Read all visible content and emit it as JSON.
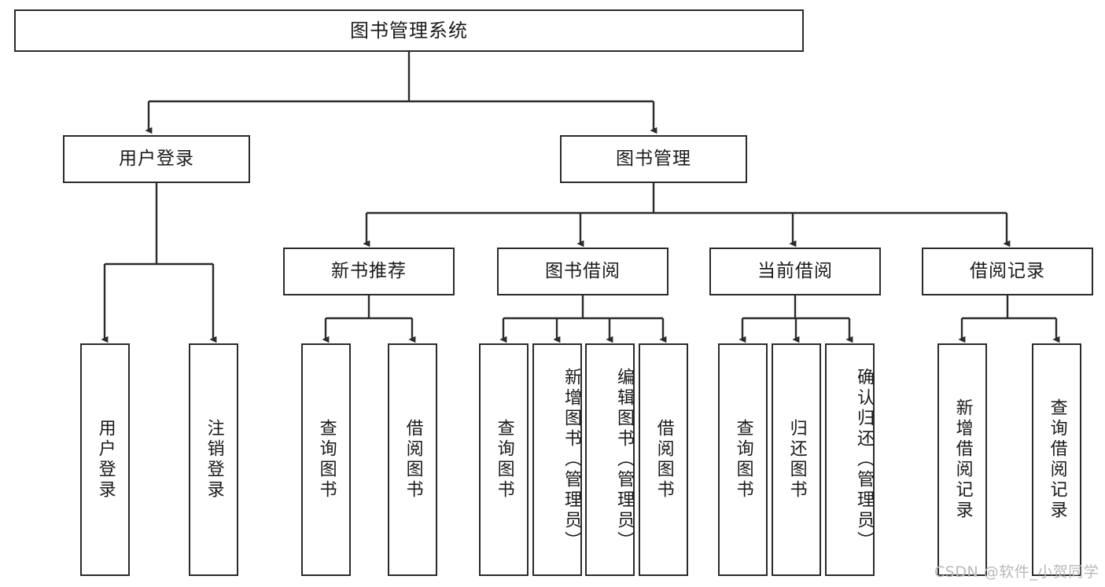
{
  "diagram": {
    "title": "图书管理系统",
    "root": {
      "label": "图书管理系统"
    },
    "level2": [
      {
        "label": "用户登录"
      },
      {
        "label": "图书管理"
      }
    ],
    "level3": [
      {
        "label": "新书推荐"
      },
      {
        "label": "图书借阅"
      },
      {
        "label": "当前借阅"
      },
      {
        "label": "借阅记录"
      }
    ],
    "leaves": {
      "user_login": [
        {
          "label": "用户登录"
        },
        {
          "label": "注销登录"
        }
      ],
      "new_book_recommend": [
        {
          "label": "查询图书"
        },
        {
          "label": "借阅图书"
        }
      ],
      "book_borrow": [
        {
          "label": "查询图书"
        },
        {
          "label": "新增图书（管理员）"
        },
        {
          "label": "编辑图书（管理员）"
        },
        {
          "label": "借阅图书"
        }
      ],
      "current_borrow": [
        {
          "label": "查询图书"
        },
        {
          "label": "归还图书"
        },
        {
          "label": "确认归还（管理员）"
        }
      ],
      "borrow_records": [
        {
          "label": "新增借阅记录"
        },
        {
          "label": "查询借阅记录"
        }
      ]
    }
  },
  "watermark": {
    "text": "CSDN @软件_小贺同学"
  },
  "colors": {
    "stroke": "#2b2b2b",
    "fill": "#ffffff",
    "text": "#1a1a1a",
    "watermark": "#b9b9b9"
  }
}
